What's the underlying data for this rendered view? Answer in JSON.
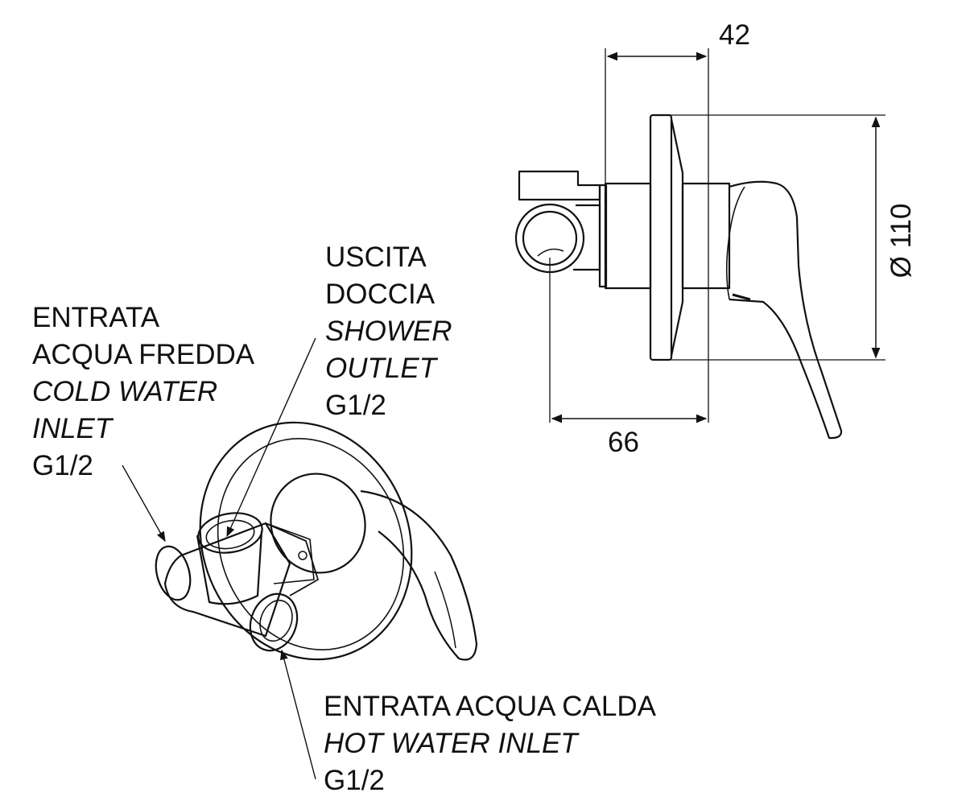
{
  "labels": {
    "shower_outlet": {
      "it_1": "USCITA",
      "it_2": "DOCCIA",
      "en_1": "SHOWER",
      "en_2": "OUTLET",
      "thread": "G1/2"
    },
    "cold_inlet": {
      "it_1": "ENTRATA",
      "it_2": "ACQUA FREDDA",
      "en_1": "COLD WATER",
      "en_2": "INLET",
      "thread": "G1/2"
    },
    "hot_inlet": {
      "it": "ENTRATA ACQUA CALDA",
      "en": "HOT WATER INLET",
      "thread": "G1/2"
    }
  },
  "dimensions": {
    "depth_top": "42",
    "depth_bottom": "66",
    "diameter": "Ø 110"
  },
  "colors": {
    "line": "#111111",
    "background": "#ffffff"
  }
}
